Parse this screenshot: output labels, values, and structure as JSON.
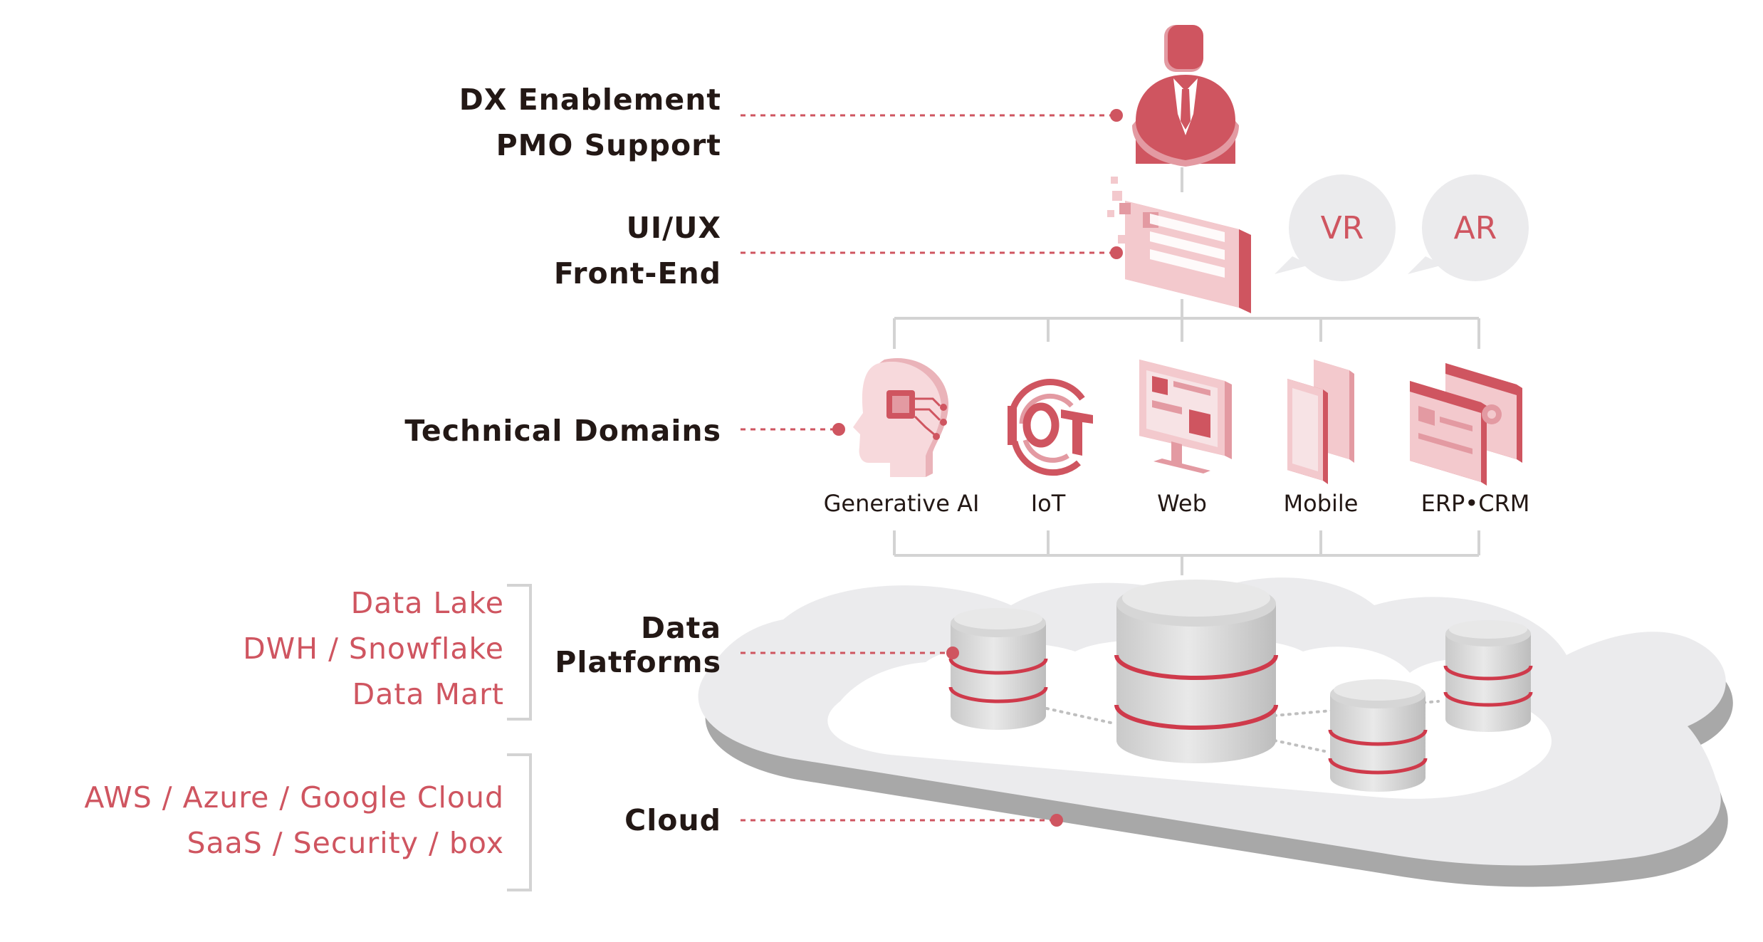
{
  "layers": [
    {
      "id": "dx",
      "lines": [
        "DX Enablement",
        "PMO Support"
      ]
    },
    {
      "id": "ui",
      "lines": [
        "UI/UX",
        "Front-End"
      ]
    },
    {
      "id": "tech",
      "lines": [
        "Technical Domains"
      ]
    },
    {
      "id": "data",
      "lines": [
        "Data",
        "Platforms"
      ]
    },
    {
      "id": "cloud",
      "lines": [
        "Cloud"
      ]
    }
  ],
  "data_platform_items": [
    "Data Lake",
    "DWH / Snowflake",
    "Data Mart"
  ],
  "cloud_items": [
    "AWS / Azure / Google Cloud",
    "SaaS / Security / box"
  ],
  "bubbles": [
    "VR",
    "AR"
  ],
  "domains": [
    {
      "label": "Generative AI",
      "icon": "ai-head-chip-icon"
    },
    {
      "label": "IoT",
      "icon": "iot-icon"
    },
    {
      "label": "Web",
      "icon": "web-monitor-icon"
    },
    {
      "label": "Mobile",
      "icon": "mobile-phones-icon"
    },
    {
      "label": "ERP•CRM",
      "icon": "erp-crm-windows-icon"
    }
  ],
  "colors": {
    "accent": "#cf5560",
    "accent_light": "#f3c9cd",
    "text": "#231815",
    "connector_gray": "#d3d3d3",
    "cloud_fill": "#ebebed",
    "cloud_shadow": "#a8a8a8"
  }
}
